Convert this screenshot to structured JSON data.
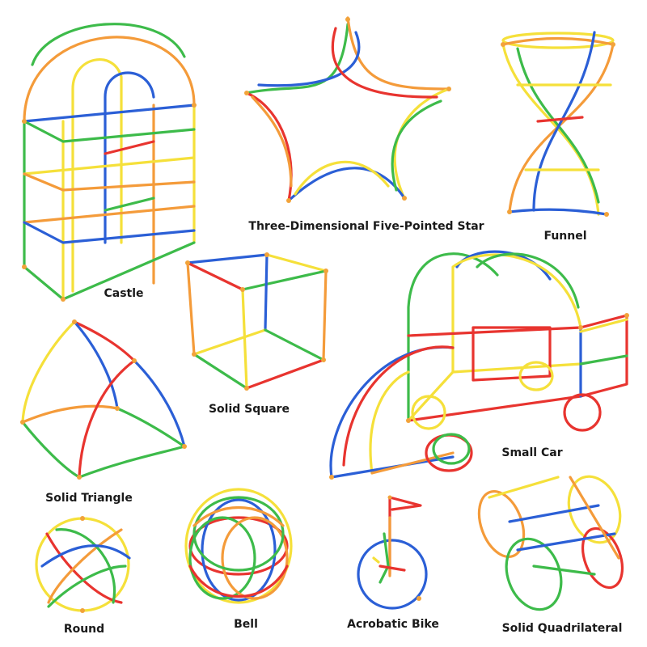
{
  "title": "",
  "colors": {
    "red": "#e8342f",
    "orange": "#f49b3a",
    "yellow": "#f5e03a",
    "green": "#3dbb4a",
    "blue": "#2b5fd6",
    "joint": "#f2a33a",
    "background": "#ffffff"
  },
  "shapes": [
    {
      "id": "castle",
      "label": "Castle"
    },
    {
      "id": "star",
      "label": "Three-Dimensional Five-Pointed Star"
    },
    {
      "id": "funnel",
      "label": "Funnel"
    },
    {
      "id": "solid-square",
      "label": "Solid Square"
    },
    {
      "id": "small-car",
      "label": "Small Car"
    },
    {
      "id": "solid-triangle",
      "label": "Solid Triangle"
    },
    {
      "id": "round",
      "label": "Round"
    },
    {
      "id": "bell",
      "label": "Bell"
    },
    {
      "id": "acrobatic-bike",
      "label": "Acrobatic Bike"
    },
    {
      "id": "solid-quadrilateral",
      "label": "Solid Quadrilateral"
    }
  ]
}
